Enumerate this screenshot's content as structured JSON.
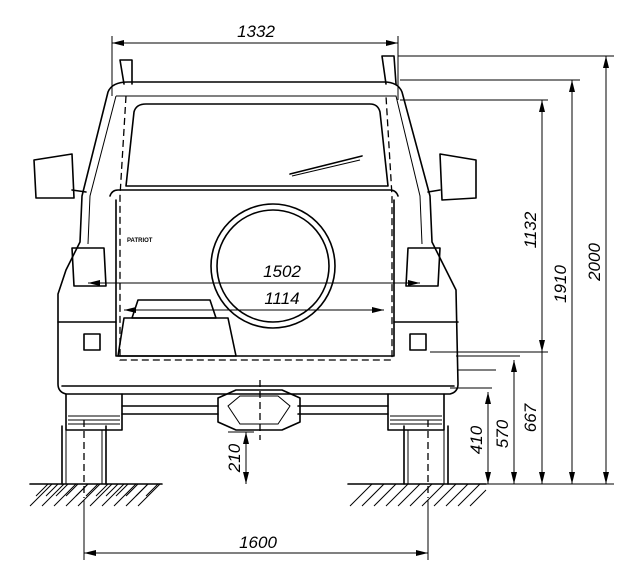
{
  "drawing": {
    "badge_text": "PATRIOT",
    "dimensions": {
      "width_top": "1332",
      "width_upper": "1502",
      "width_lower": "1114",
      "track": "1600",
      "ground_clearance": "210",
      "height_total": "2000",
      "height_roof": "1910",
      "height_glass": "1132",
      "height_bumper_top": "667",
      "height_bumper_low": "570",
      "height_sill": "410"
    }
  }
}
